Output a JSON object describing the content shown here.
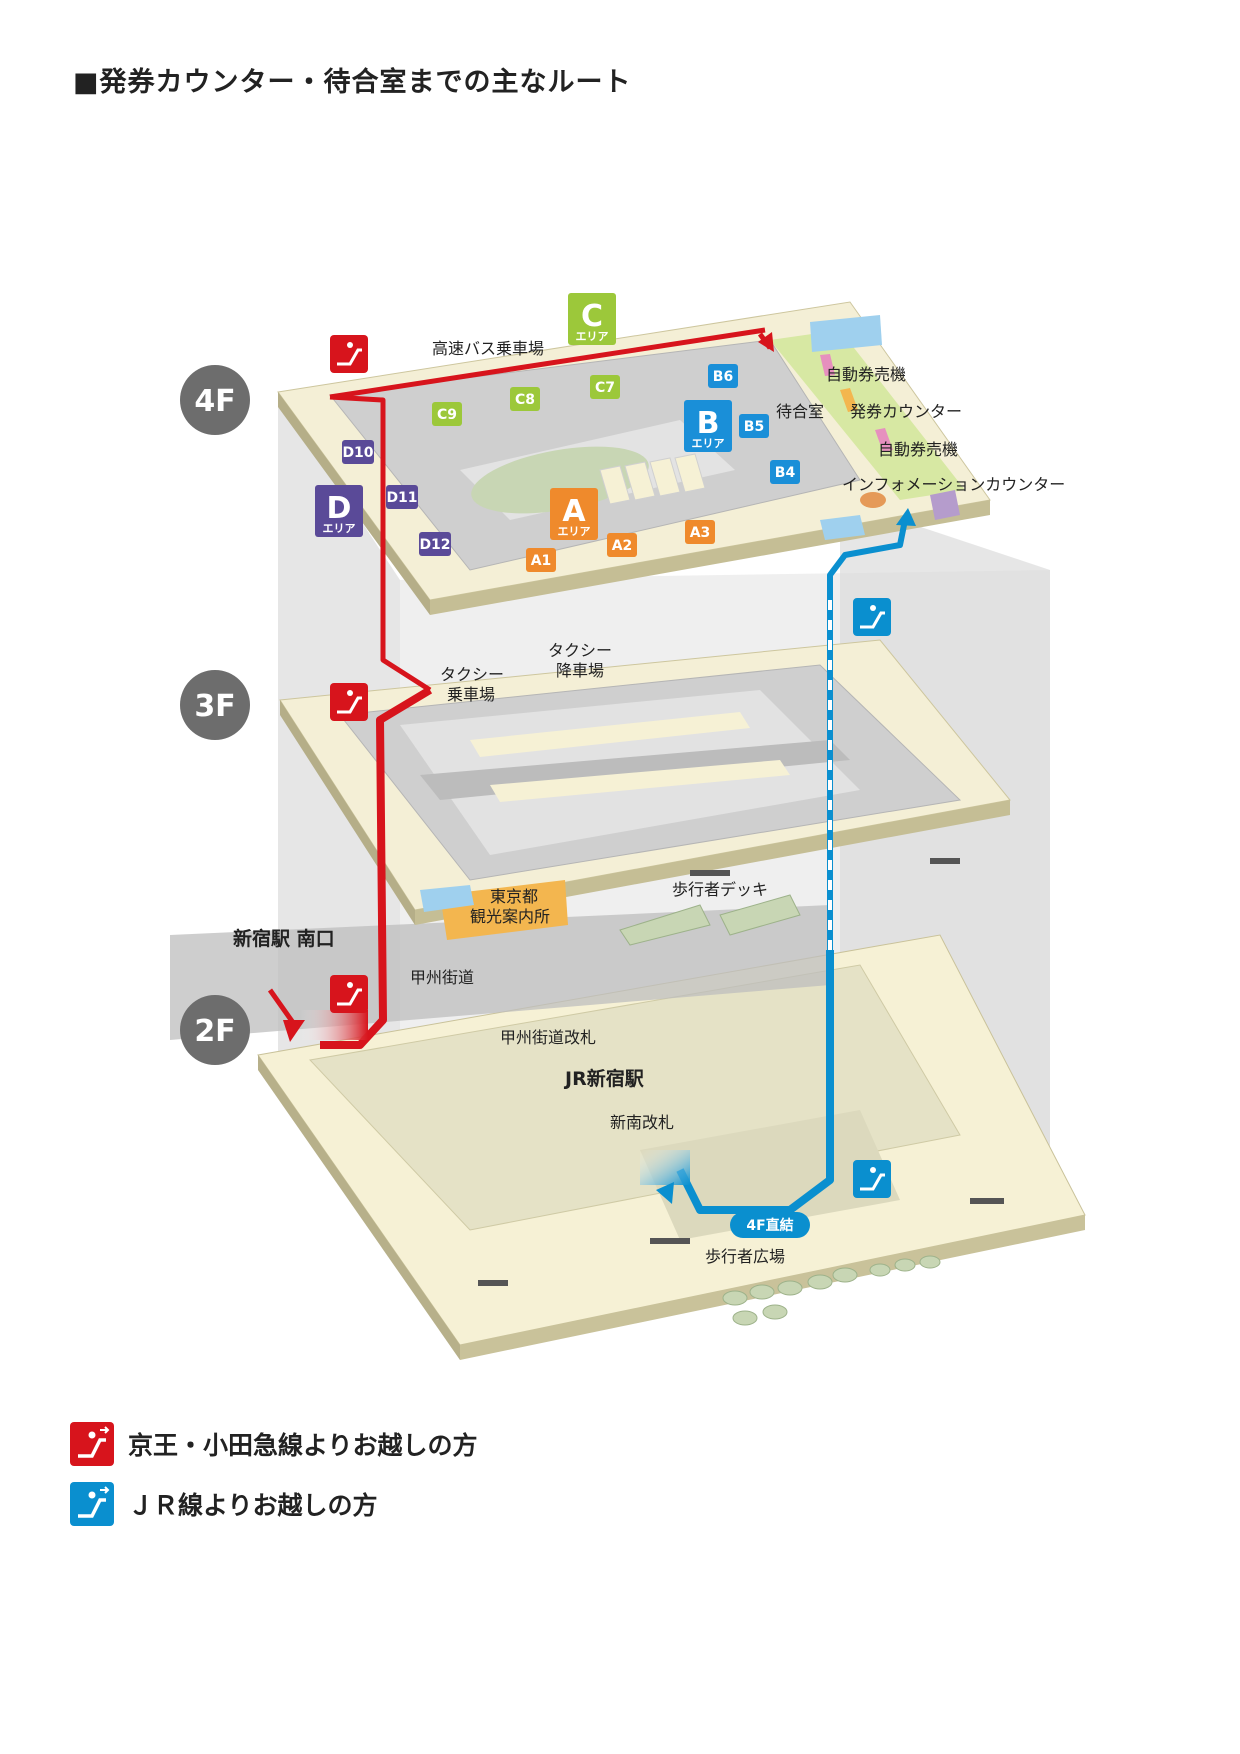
{
  "title": "■発券カウンター・待合室までの主なルート",
  "colors": {
    "red": "#d7141c",
    "blue": "#0a8fcf",
    "floor_badge": "#6d6d6d",
    "area_a": "#ef8a2c",
    "area_b": "#1a8fd8",
    "area_c": "#9cc83a",
    "area_d": "#5a4a98"
  },
  "floors": {
    "f4": "4F",
    "f3": "3F",
    "f2": "2F"
  },
  "areas": {
    "a": {
      "letter": "A",
      "sub": "エリア"
    },
    "b": {
      "letter": "B",
      "sub": "エリア"
    },
    "c": {
      "letter": "C",
      "sub": "エリア"
    },
    "d": {
      "letter": "D",
      "sub": "エリア"
    }
  },
  "stops": {
    "a1": "A1",
    "a2": "A2",
    "a3": "A3",
    "b4": "B4",
    "b5": "B5",
    "b6": "B6",
    "c7": "C7",
    "c8": "C8",
    "c9": "C9",
    "d10": "D10",
    "d11": "D11",
    "d12": "D12"
  },
  "labels": {
    "highway_bus": "高速バス乗車場",
    "ticket_machine_1": "自動券売機",
    "waiting_room": "待合室",
    "ticket_counter": "発券カウンター",
    "ticket_machine_2": "自動券売機",
    "info_counter": "インフォメーションカウンター",
    "taxi_drop_1": "タクシー",
    "taxi_drop_2": "降車場",
    "taxi_ride_1": "タクシー",
    "taxi_ride_2": "乗車場",
    "tokyo_info_1": "東京都",
    "tokyo_info_2": "観光案内所",
    "deck": "歩行者デッキ",
    "south_exit": "新宿駅 南口",
    "koshu_kaido": "甲州街道",
    "koshu_gate": "甲州街道改札",
    "jr_shinjuku": "JR新宿駅",
    "new_south_gate": "新南改札",
    "direct_4f": "4F直結",
    "plaza": "歩行者広場"
  },
  "legend": {
    "keio": "京王・小田急線よりお越しの方",
    "jr": "ＪＲ線よりお越しの方"
  }
}
